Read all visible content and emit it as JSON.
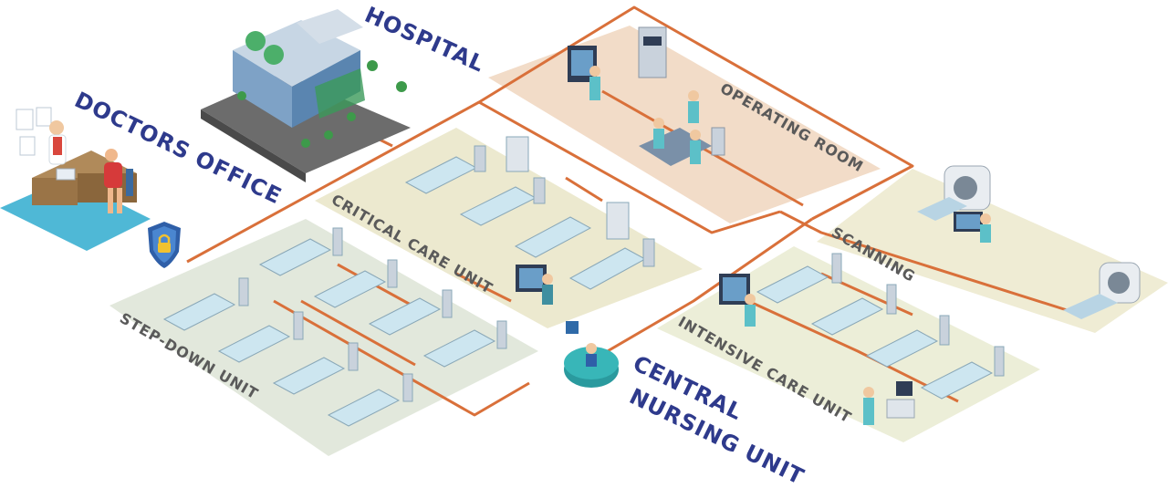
{
  "labels": {
    "hospital": "HOSPITAL",
    "doctors_office": "DOCTORS OFFICE",
    "operating_room": "OPERATING ROOM",
    "critical_care_unit": "CRITICAL CARE UNIT",
    "scanning": "SCANNING",
    "step_down_unit": "STEP-DOWN UNIT",
    "intensive_care_unit": "INTENSIVE CARE UNIT",
    "central_nursing_unit_line1": "CENTRAL",
    "central_nursing_unit_line2": "NURSING UNIT"
  },
  "colors": {
    "network_line": "#d9703a",
    "label_blue": "#2e3a8c",
    "operating_room_floor": "#f2dcc8",
    "critical_care_floor": "#ece9cf",
    "scanning_floor": "#efecd4",
    "step_down_floor": "#e2e8dc",
    "intensive_care_floor": "#eceed8",
    "doctors_office_floor": "#4fb8d6"
  },
  "icons": [
    "shield-lock-icon"
  ]
}
